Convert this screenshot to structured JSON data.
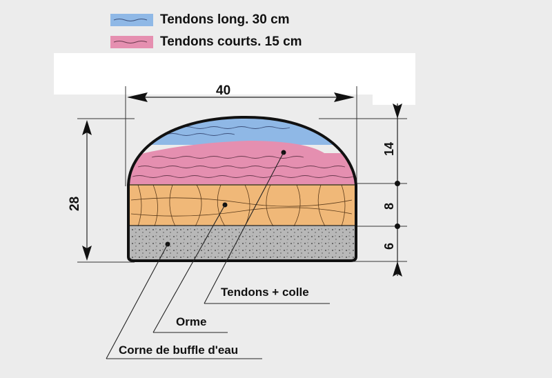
{
  "legend": [
    {
      "label": "Tendons long. 30 cm",
      "color": "#8fb8e6"
    },
    {
      "label": "Tendons courts. 15 cm",
      "color": "#e58fb0"
    }
  ],
  "dimensions": {
    "width": "40",
    "height_total": "28",
    "layer_top": "14",
    "layer_middle": "8",
    "layer_bottom": "6"
  },
  "callouts": {
    "tendons": "Tendons + colle",
    "elm": "Orme",
    "horn": "Corne de buffle d'eau"
  },
  "layers": {
    "long_tendons": "#8fb8e6",
    "short_tendons": "#e58fb0",
    "elm": "#f0b878",
    "horn": "#b8b8b8"
  }
}
